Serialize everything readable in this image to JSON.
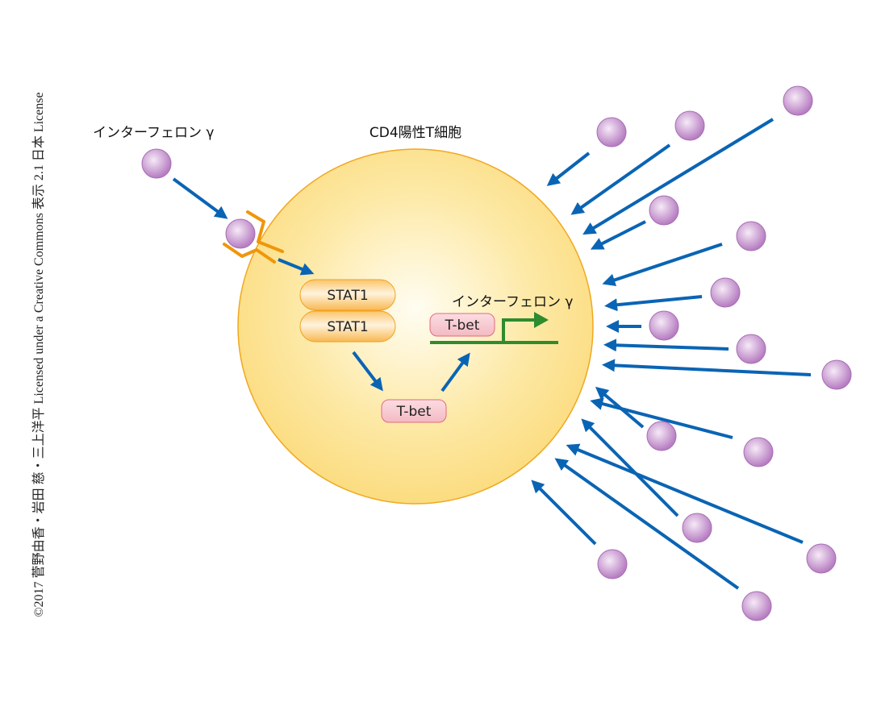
{
  "credit": "©2017 菅野由香・岩田 慈・三上洋平 Licensed under a Creative Commons 表示 2.1 日本 License",
  "labels": {
    "ifng_outside": "インターフェロン γ",
    "cell": "CD4陽性T細胞",
    "ifng_gene": "インターフェロン γ",
    "stat1_top": "STAT1",
    "stat1_bottom": "STAT1",
    "tbet_promoter": "T-bet",
    "tbet_cyto": "T-bet"
  },
  "colors": {
    "arrow": "#0a64b4",
    "cell": "#fbe08a",
    "receptor": "#f0960a",
    "gene": "#2e8b2e",
    "molecule": "#c79ad0",
    "tbet": "#f7c6cf"
  }
}
